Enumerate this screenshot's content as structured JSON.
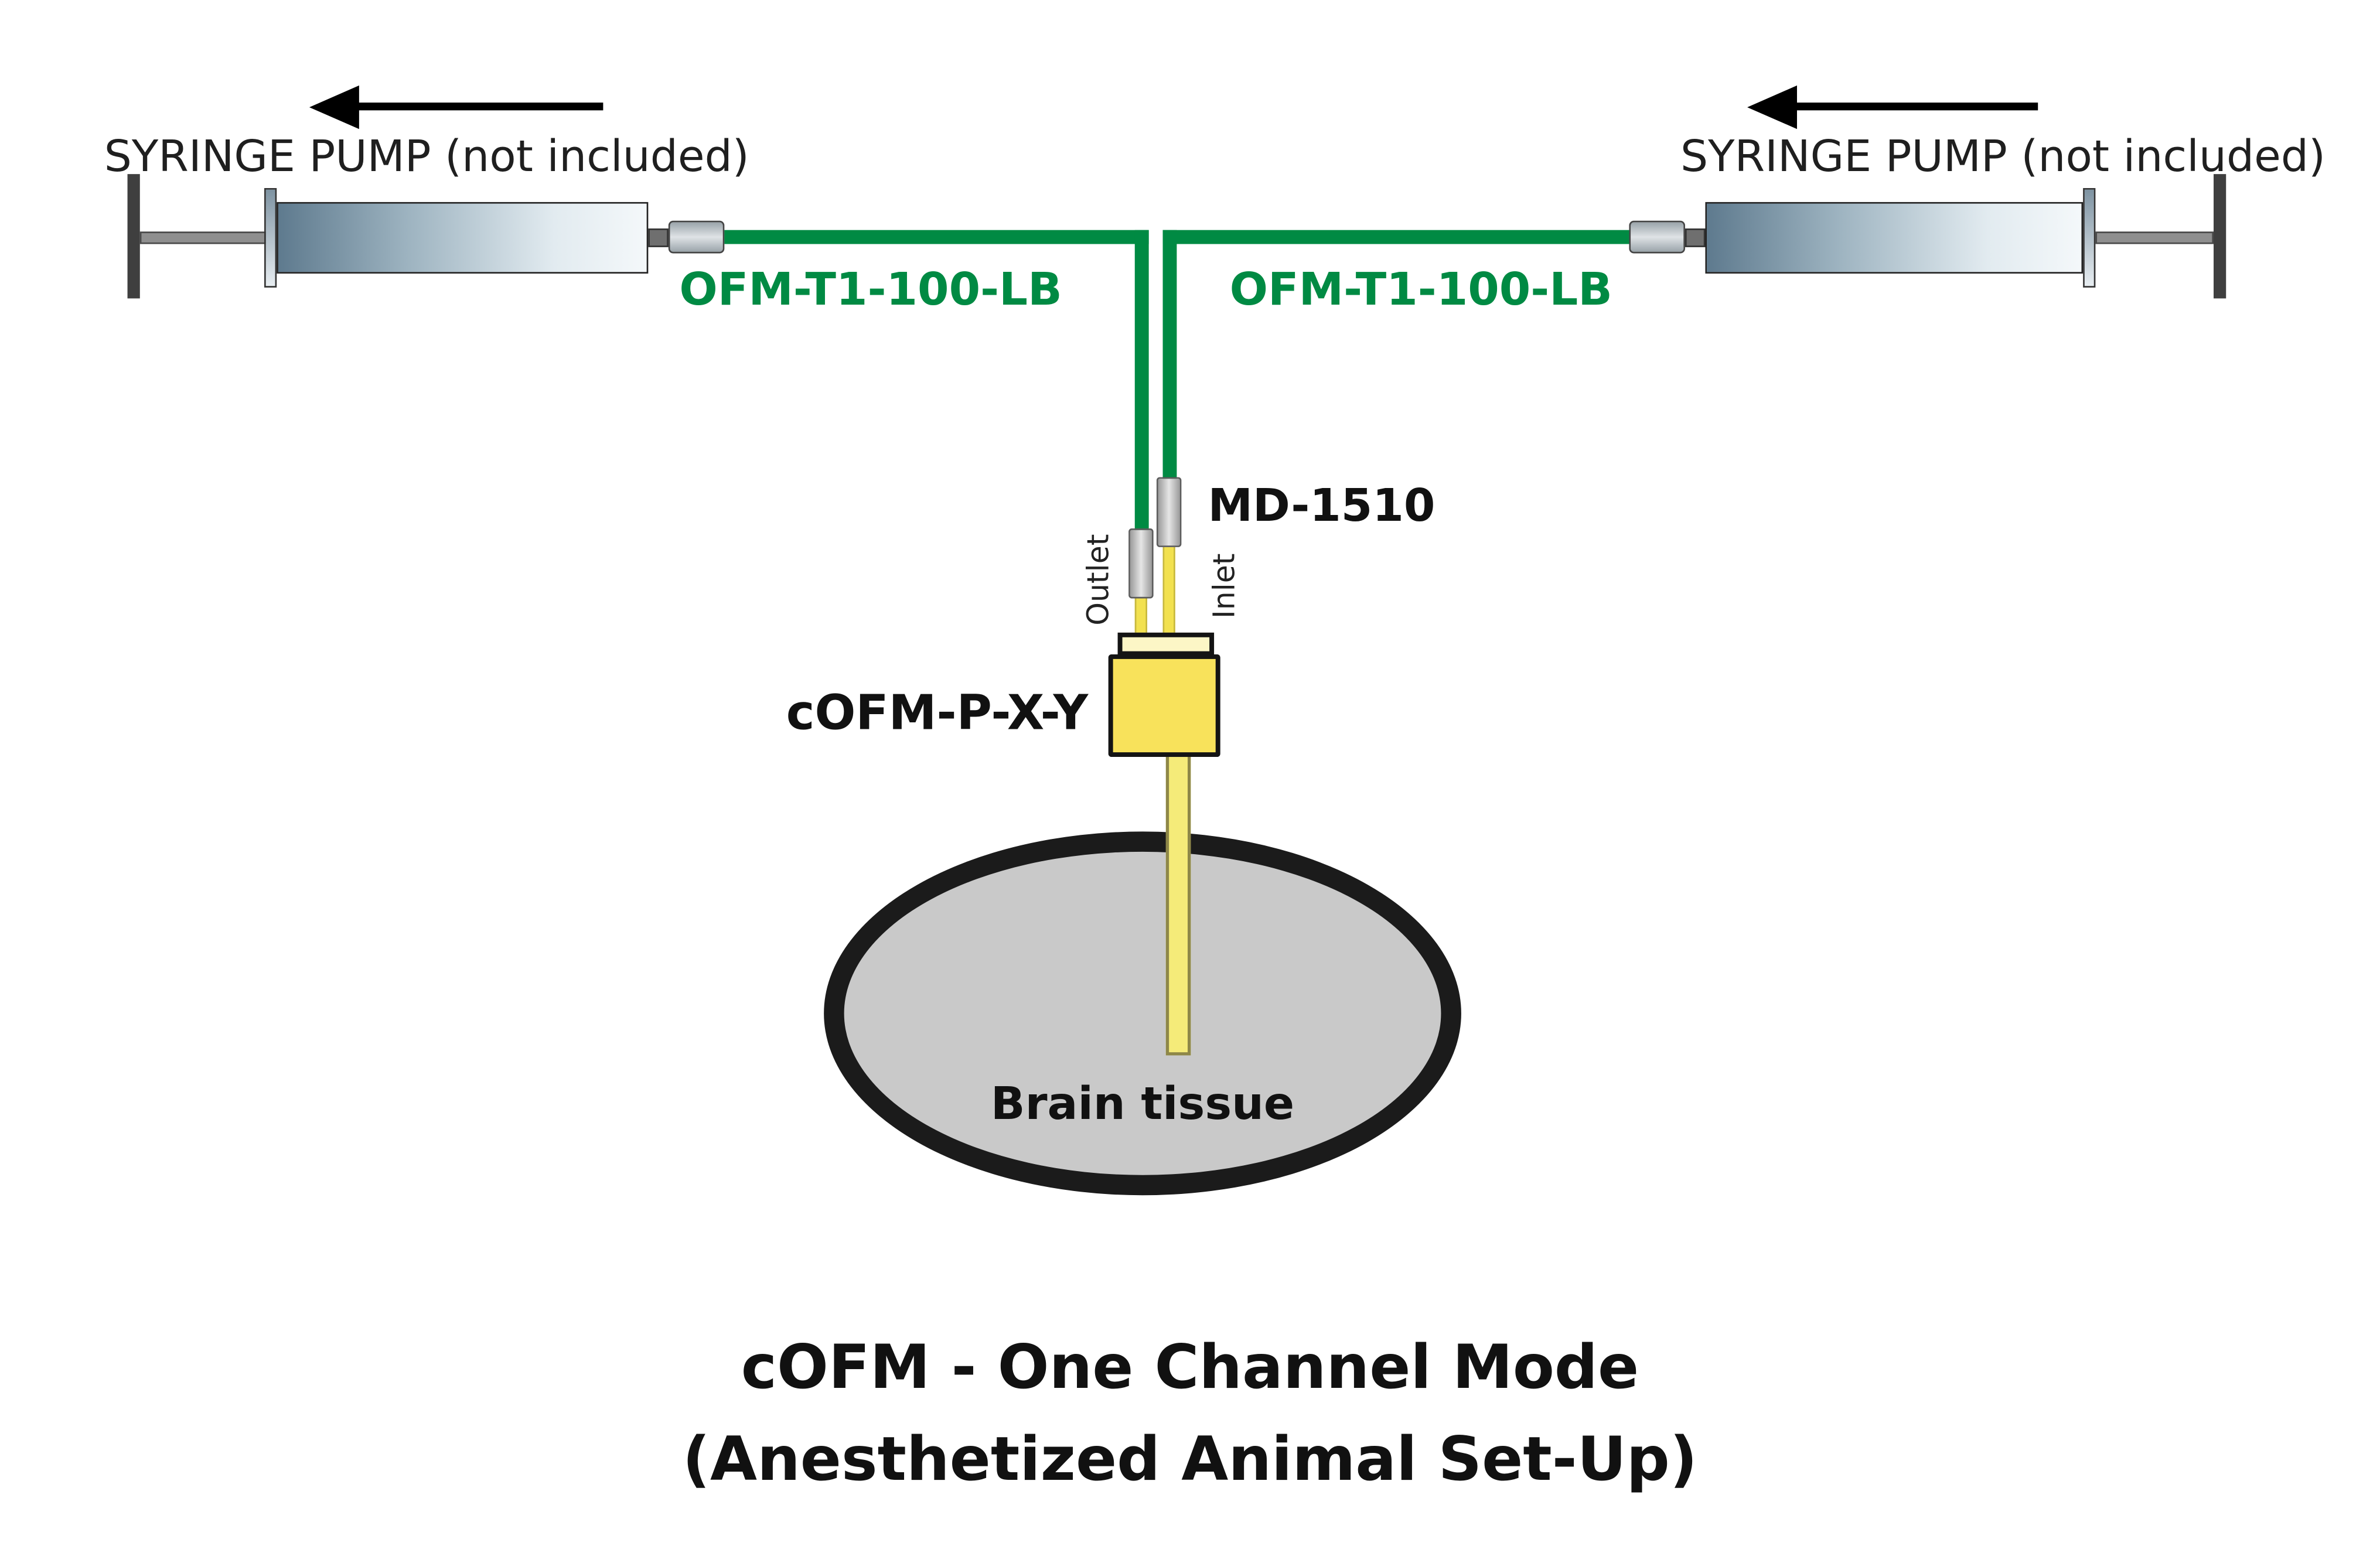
{
  "colors": {
    "tube_green": "#008A43",
    "probe_yellow": "#F8E25B",
    "shaft_yellow": "#F5EB79",
    "brain_gray": "#C9C9C9",
    "connector_gray": "#C4C4C4",
    "outline_black": "#141414",
    "background": "#FFFFFF"
  },
  "labels": {
    "syringe_pump_left": "SYRINGE PUMP (not included)",
    "syringe_pump_right": "SYRINGE PUMP (not included)",
    "tube_left": "OFM-T1-100-LB",
    "tube_right": "OFM-T1-100-LB",
    "connector": "MD-1510",
    "outlet": "Outlet",
    "inlet": "Inlet",
    "probe": "cOFM-P-X-Y",
    "brain": "Brain tissue"
  },
  "title": {
    "line1": "cOFM - One Channel Mode",
    "line2": "(Anesthetized Animal Set-Up)"
  }
}
